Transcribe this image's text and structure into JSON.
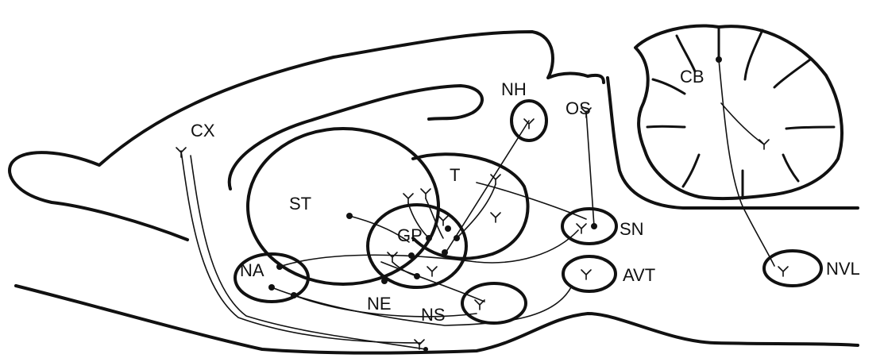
{
  "labels": {
    "cx": "CX",
    "nh": "NH",
    "os": "OS",
    "cb": "CB",
    "st": "ST",
    "t": "T",
    "gp": "GP",
    "sn": "SN",
    "na": "NA",
    "avt": "AVT",
    "nvl": "NVL",
    "ne": "NE",
    "ns": "NS"
  },
  "colors": {
    "ink": "#111111",
    "background": "#ffffff"
  }
}
